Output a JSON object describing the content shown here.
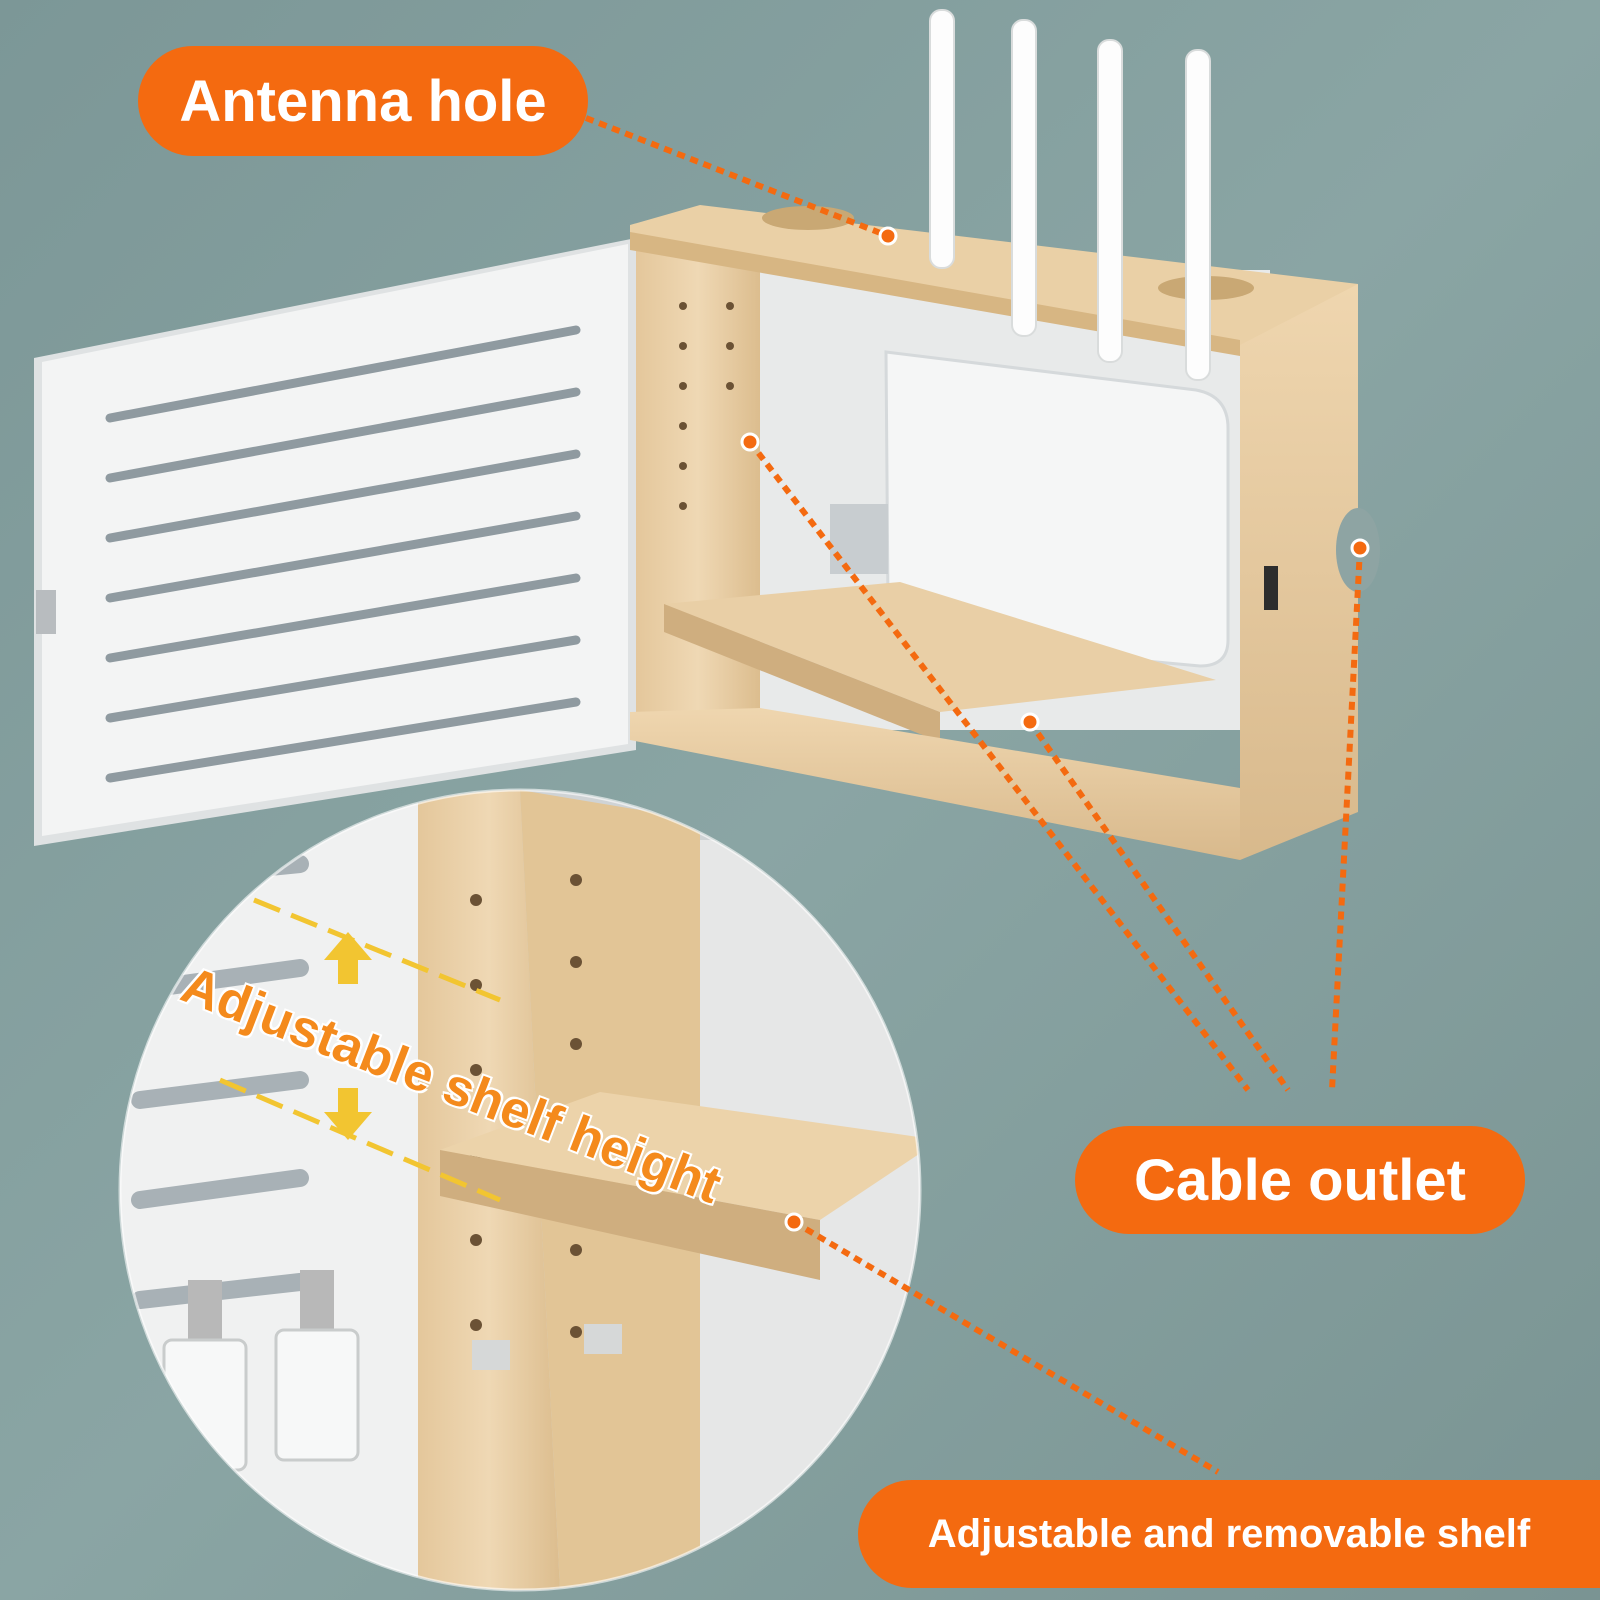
{
  "labels": {
    "antenna_hole": "Antenna hole",
    "cable_outlet": "Cable outlet",
    "adjustable_shelf_height": "Adjustable shelf height",
    "adjustable_removable_shelf": "Adjustable and removable shelf"
  },
  "colors": {
    "wall": "#7f9a9a",
    "accent_orange": "#f46a10",
    "wood": "#e7cfa8",
    "panel_white": "#f2f2f2"
  },
  "icons": [
    "antenna-icon",
    "router-icon",
    "screw-spacer-icon",
    "arrow-up-icon",
    "arrow-down-icon"
  ]
}
